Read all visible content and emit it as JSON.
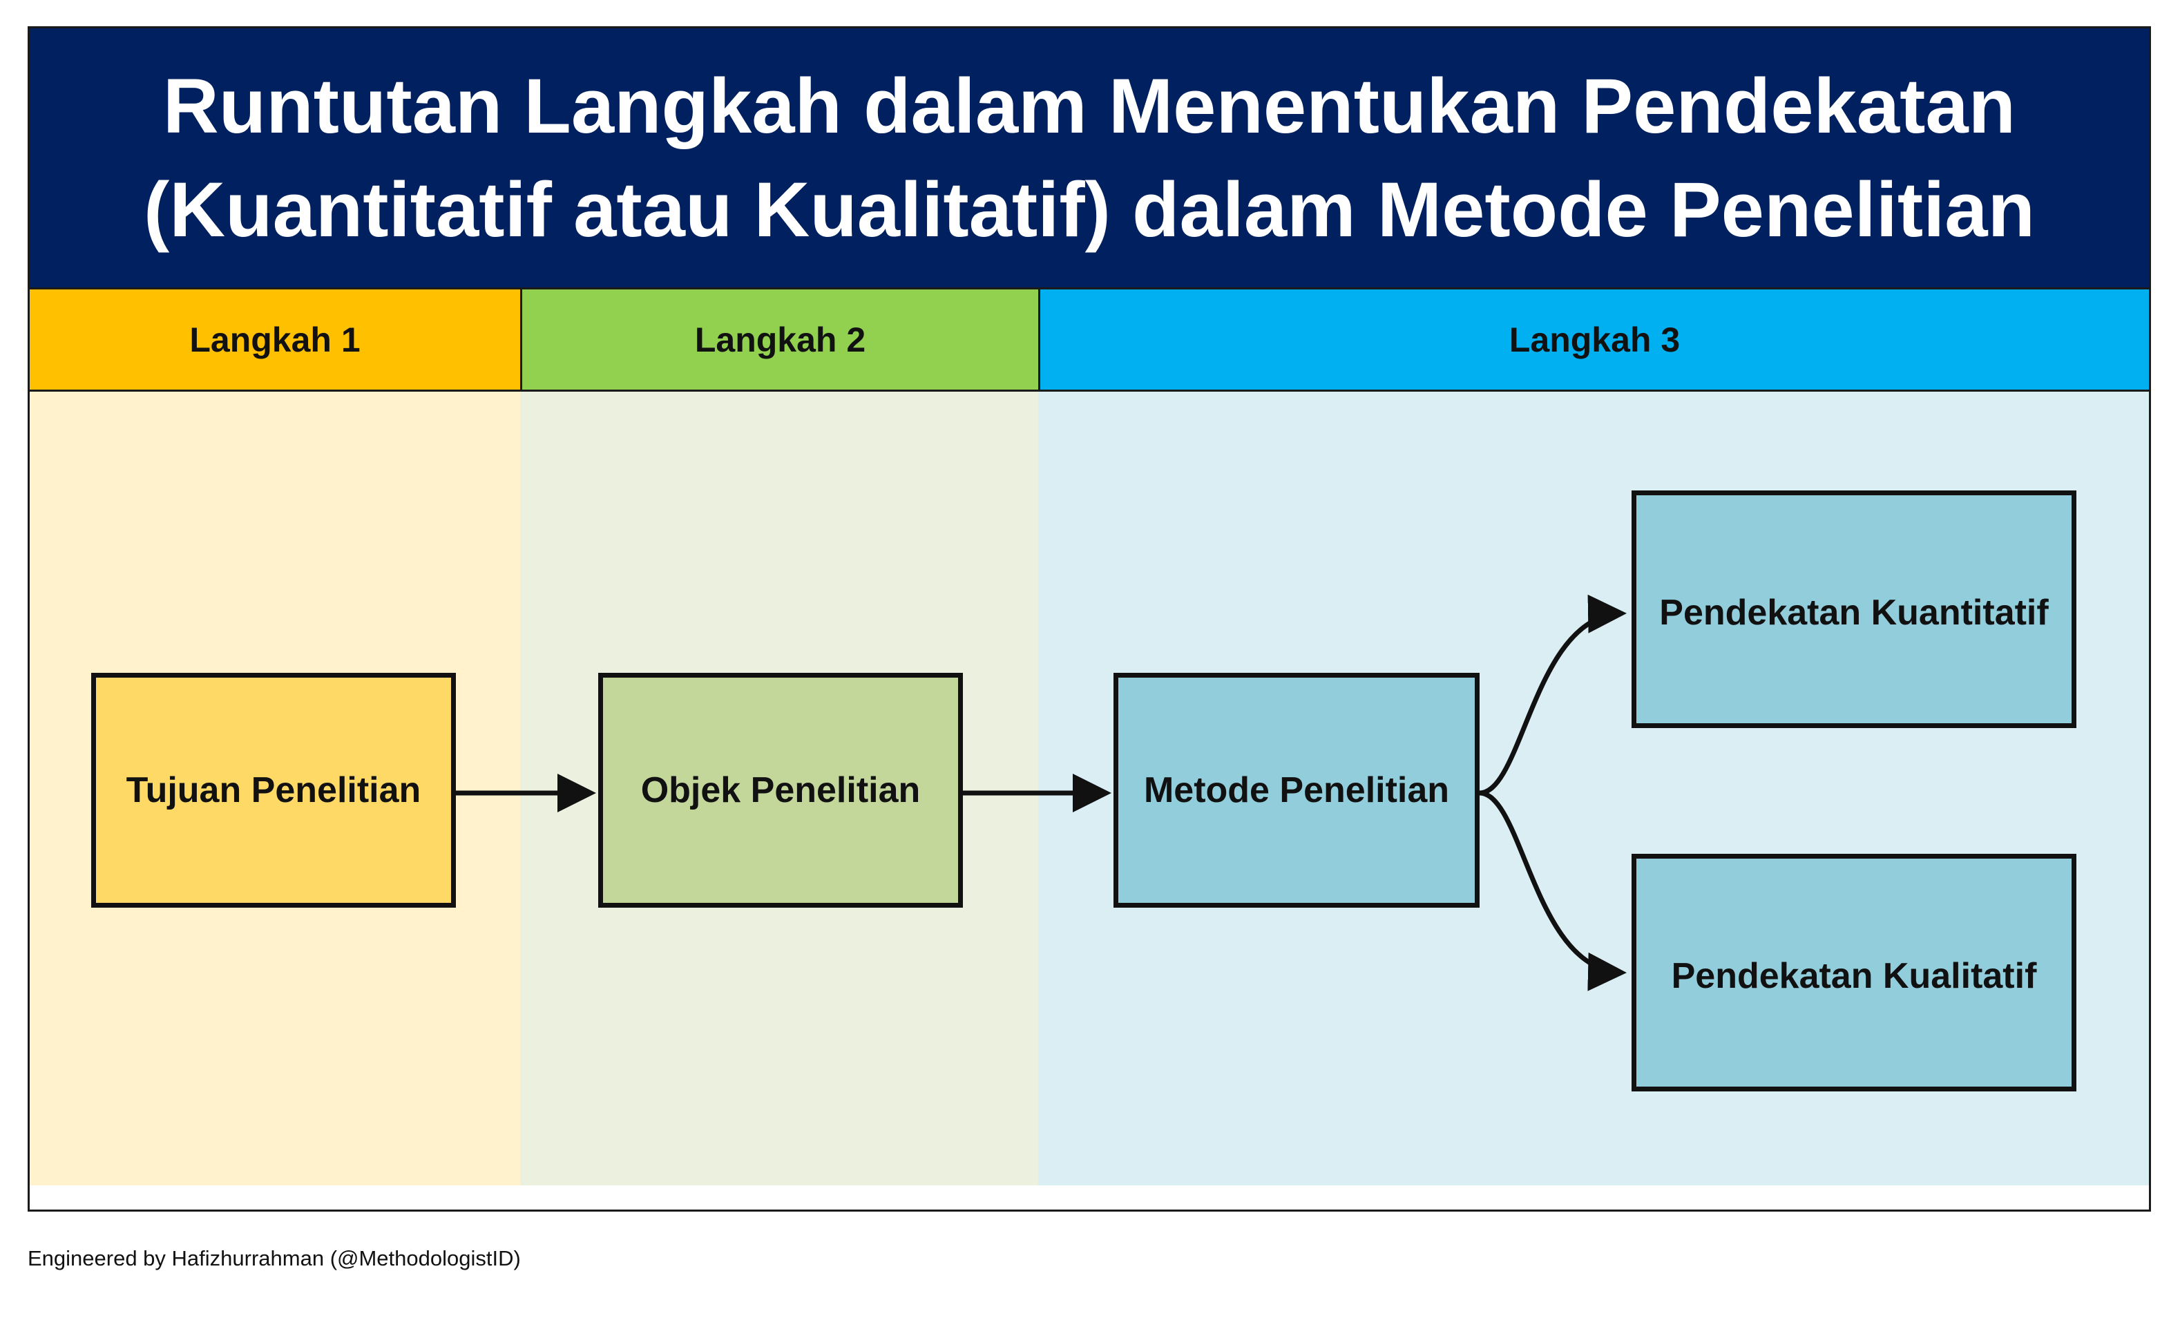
{
  "title": {
    "line1": "Runtutan Langkah dalam Menentukan Pendekatan",
    "line2": "(Kuantitatif atau Kualitatif) dalam Metode Penelitian"
  },
  "lanes": [
    {
      "label": "Langkah 1",
      "header_color": "#FFC000",
      "body_color": "#FFF2CC"
    },
    {
      "label": "Langkah 2",
      "header_color": "#92D050",
      "body_color": "#EBF1DE"
    },
    {
      "label": "Langkah 3",
      "header_color": "#00B0F0",
      "body_color": "#DAEEF3"
    }
  ],
  "nodes": {
    "tujuan": {
      "label": "Tujuan Penelitian",
      "color": "#FFD966"
    },
    "objek": {
      "label": "Objek Penelitian",
      "color": "#C4D79B"
    },
    "metode": {
      "label": "Metode Penelitian",
      "color": "#92CDDC"
    },
    "kuantitatif": {
      "label": "Pendekatan Kuantitatif",
      "color": "#92CDDC"
    },
    "kualitatif": {
      "label": "Pendekatan Kualitatif",
      "color": "#92CDDC"
    }
  },
  "edges": [
    {
      "from": "Tujuan Penelitian",
      "to": "Objek Penelitian"
    },
    {
      "from": "Objek Penelitian",
      "to": "Metode Penelitian"
    },
    {
      "from": "Metode Penelitian",
      "to": "Pendekatan Kuantitatif"
    },
    {
      "from": "Metode Penelitian",
      "to": "Pendekatan Kualitatif"
    }
  ],
  "credit": "Engineered by Hafizhurrahman (@MethodologistID)",
  "colors": {
    "title_bg": "#002060",
    "title_text": "#FFFFFF",
    "border": "#111111"
  }
}
